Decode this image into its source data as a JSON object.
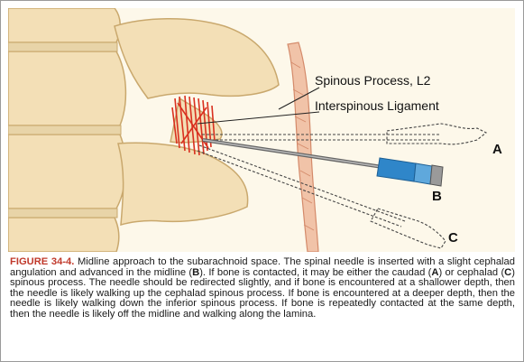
{
  "figure": {
    "labels": {
      "spinous_process": "Spinous Process, L2",
      "interspinous_ligament": "Interspinous Ligament",
      "needle_a": "A",
      "needle_b": "B",
      "needle_c": "C"
    },
    "colors": {
      "background": "#fdf8ea",
      "bone": "#f3dfb6",
      "bone_outline": "#c9a86d",
      "ligament": "#d9301f",
      "skin": "#f1c3a8",
      "needle_hub": "#2f86c9"
    }
  },
  "caption": {
    "figure_number": "FIGURE 34-4.",
    "seg1": " Midline approach to the subarachnoid space. The spinal needle is inserted with a slight cephalad angulation and advanced in the midline (",
    "b1": "B",
    "seg2": "). If bone is contacted, it may be either the caudad (",
    "b2": "A",
    "seg3": ") or cephalad (",
    "b3": "C",
    "seg4": ") spinous process. The needle should be redirected slightly, and if bone is encountered at a shallower depth, then the needle is likely walking up the cephalad spinous process. If bone is encountered at a deeper depth, then the needle is likely walking down the inferior spinous process. If bone is repeatedly contacted at the same depth, then the needle is likely off the midline and walking along the lamina."
  }
}
